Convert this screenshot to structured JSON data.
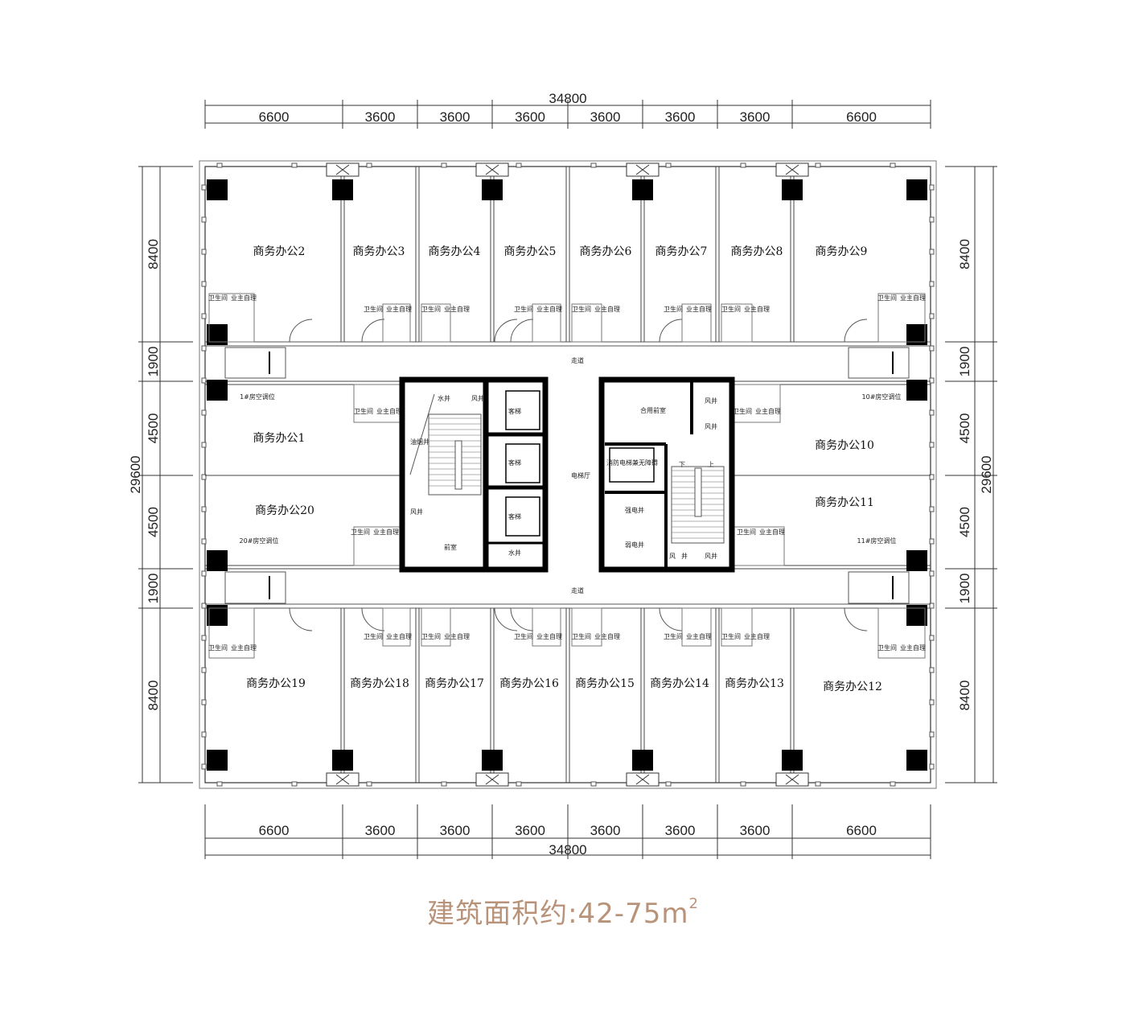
{
  "dimensions": {
    "top_total": "34800",
    "top": [
      "6600",
      "3600",
      "3600",
      "3600",
      "3600",
      "3600",
      "3600",
      "6600"
    ],
    "bottom_total": "34800",
    "bottom": [
      "6600",
      "3600",
      "3600",
      "3600",
      "3600",
      "3600",
      "3600",
      "6600"
    ],
    "left_total": "29600",
    "left": [
      "8400",
      "1900",
      "4500",
      "4500",
      "1900",
      "8400"
    ],
    "right_total": "29600",
    "right": [
      "8400",
      "1900",
      "4500",
      "4500",
      "1900",
      "8400"
    ]
  },
  "rooms": {
    "r1": "商务办公1",
    "r2": "商务办公2",
    "r3": "商务办公3",
    "r4": "商务办公4",
    "r5": "商务办公5",
    "r6": "商务办公6",
    "r7": "商务办公7",
    "r8": "商务办公8",
    "r9": "商务办公9",
    "r10": "商务办公10",
    "r11": "商务办公11",
    "r12": "商务办公12",
    "r13": "商务办公13",
    "r14": "商务办公14",
    "r15": "商务办公15",
    "r16": "商务办公16",
    "r17": "商务办公17",
    "r18": "商务办公18",
    "r19": "商务办公19",
    "r20": "商务办公20"
  },
  "bathroom": {
    "name": "卫生间",
    "note": "业主自理"
  },
  "corridor": "走道",
  "ac_positions": [
    "1#房空调位",
    "10#房空调位",
    "20#房空调位",
    "11#房空调位"
  ],
  "core": {
    "water_shaft": "水井",
    "air_shaft": "风井",
    "smoke_shaft": "油烟井",
    "passenger_elevator": "客梯",
    "front_room": "前室",
    "elevator_hall": "电梯厅",
    "shared_front_room": "合用前室",
    "fire_elevator": "消防电梯兼无障碍",
    "strong_shaft": "强电井",
    "weak_shaft": "弱电井",
    "wind": "风",
    "well": "井",
    "down": "下",
    "up": "上"
  },
  "footer": {
    "label": "建筑面积约:42-75m",
    "superscript": "2"
  },
  "colors": {
    "footer": "#b8937a",
    "wall": "#000000",
    "line": "#333333"
  }
}
